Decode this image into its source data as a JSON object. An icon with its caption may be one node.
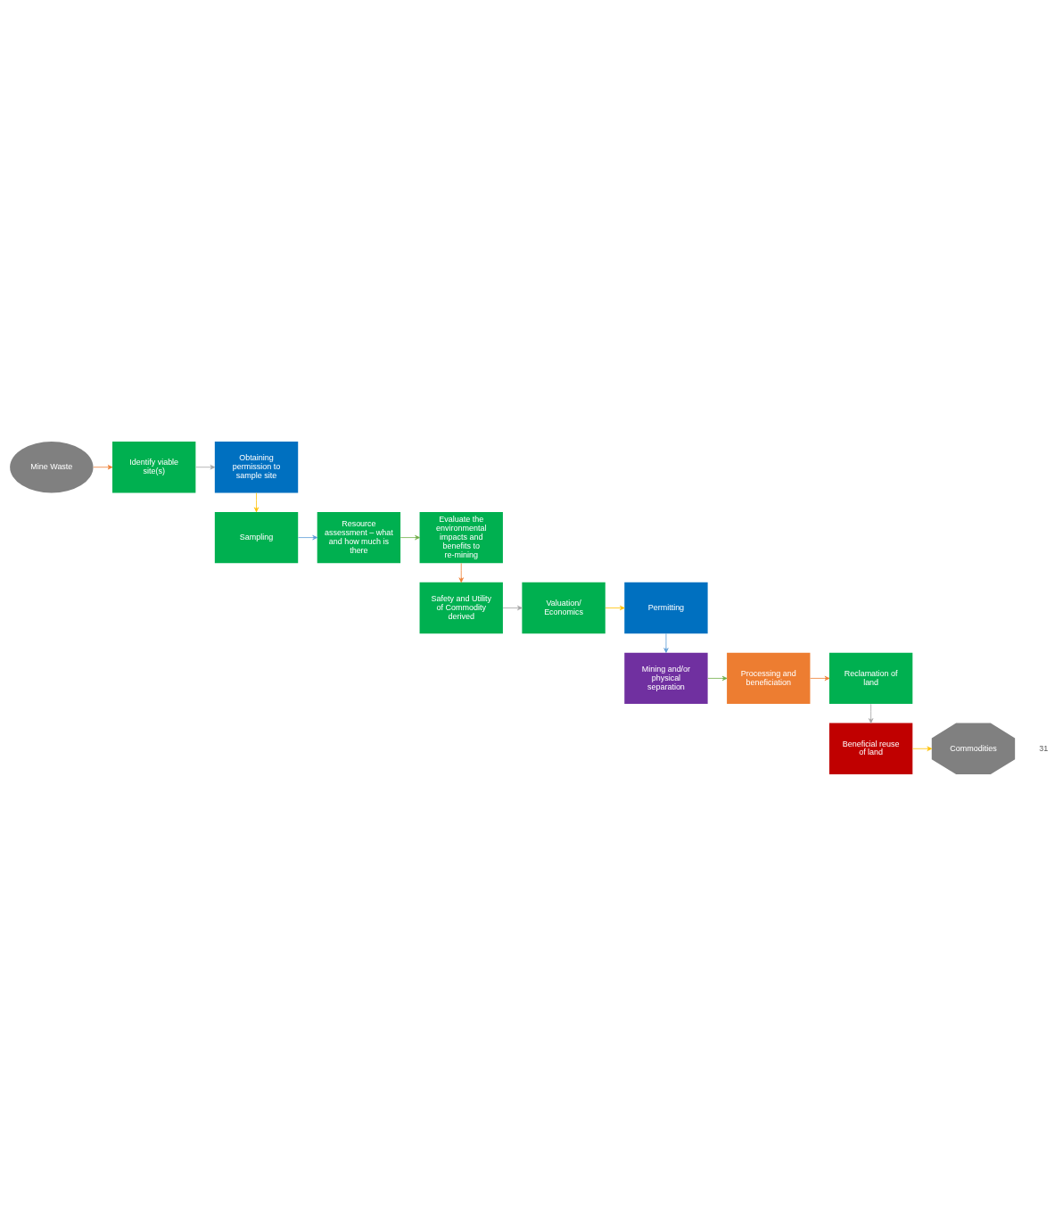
{
  "diagram": {
    "nodes": [
      {
        "text": [
          "Mine Waste"
        ]
      },
      {
        "text": [
          "Identify viable site(s)"
        ]
      },
      {
        "text": [
          "Obtaining permission to sample site"
        ]
      },
      {
        "text": [
          "Sampling"
        ]
      },
      {
        "text": [
          "Resource assessment – what and how much is there"
        ]
      },
      {
        "text": [
          "Evaluate the environmental impacts and benefits to re-mining"
        ]
      },
      {
        "text": [
          "Safety and Utility of Commodity derived"
        ]
      },
      {
        "text": [
          "Valuation/ Economics"
        ]
      },
      {
        "text": [
          "Permitting"
        ]
      },
      {
        "text": [
          "Mining and/or physical separation"
        ]
      },
      {
        "text": [
          "Processing and beneficiation"
        ]
      },
      {
        "text": [
          "Reclamation of land"
        ]
      },
      {
        "text": [
          "Beneficial reuse of land"
        ]
      },
      {
        "text": [
          "Commodities"
        ]
      }
    ],
    "edges": [
      {
        "from": 0,
        "to": 1,
        "arrow": "to",
        "color": "#ed7d31"
      },
      {
        "from": 1,
        "to": 2,
        "arrow": "to",
        "color": "#a5a5a5"
      },
      {
        "from": 2,
        "to": 3,
        "arrow": "to",
        "color": "#ffc000"
      },
      {
        "from": 3,
        "to": 4,
        "arrow": "to",
        "color": "#5b9bd5"
      },
      {
        "from": 4,
        "to": 5,
        "arrow": "to",
        "color": "#70ad47"
      },
      {
        "from": 5,
        "to": 6,
        "arrow": "to",
        "color": "#ed7d31"
      },
      {
        "from": 6,
        "to": 7,
        "arrow": "to",
        "color": "#a5a5a5"
      },
      {
        "from": 7,
        "to": 8,
        "arrow": "to",
        "color": "#ffc000"
      },
      {
        "from": 8,
        "to": 9,
        "arrow": "to",
        "color": "#5b9bd5"
      },
      {
        "from": 9,
        "to": 10,
        "arrow": "to",
        "color": "#70ad47"
      },
      {
        "from": 10,
        "to": 11,
        "arrow": "to",
        "color": "#ed7d31"
      },
      {
        "from": 11,
        "to": 12,
        "arrow": "to",
        "color": "#a5a5a5"
      },
      {
        "from": 12,
        "to": 13,
        "arrow": "to",
        "color": "#ffc000"
      }
    ],
    "labels": [
      "31"
    ]
  }
}
